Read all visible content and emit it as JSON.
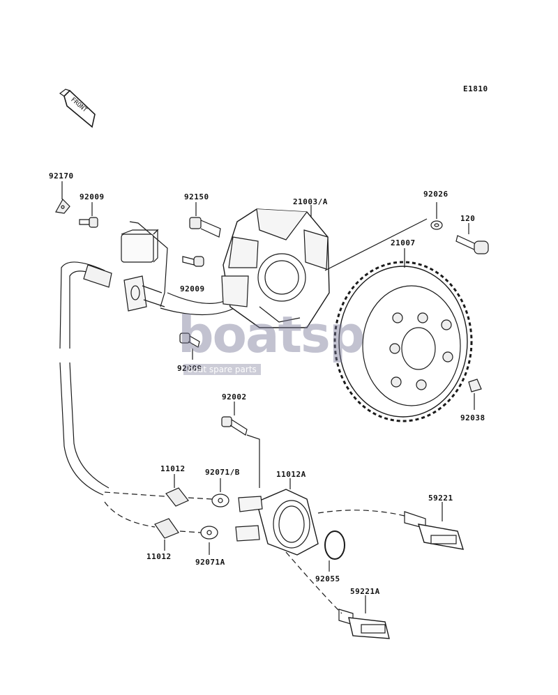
{
  "diagram_code": "E1810",
  "front_label": "FRONT",
  "watermark": {
    "brand": "boatsp",
    "tagline": "boat spare parts"
  },
  "colors": {
    "ink": "#1a1a1a",
    "watermark": "#7b7b96"
  },
  "parts": {
    "p92170": "92170",
    "p92009_top": "92009",
    "p92150": "92150",
    "p21003A": "21003/A",
    "p92026": "92026",
    "p120": "120",
    "p21007": "21007",
    "p92009_mid": "92009",
    "p92009_low": "92009",
    "p92002": "92002",
    "p92038": "92038",
    "p11012_top": "11012",
    "p92071B": "92071/B",
    "p11012A": "11012A",
    "p59221": "59221",
    "p11012_low": "11012",
    "p92071A": "92071A",
    "p92055": "92055",
    "p59221A": "59221A"
  }
}
